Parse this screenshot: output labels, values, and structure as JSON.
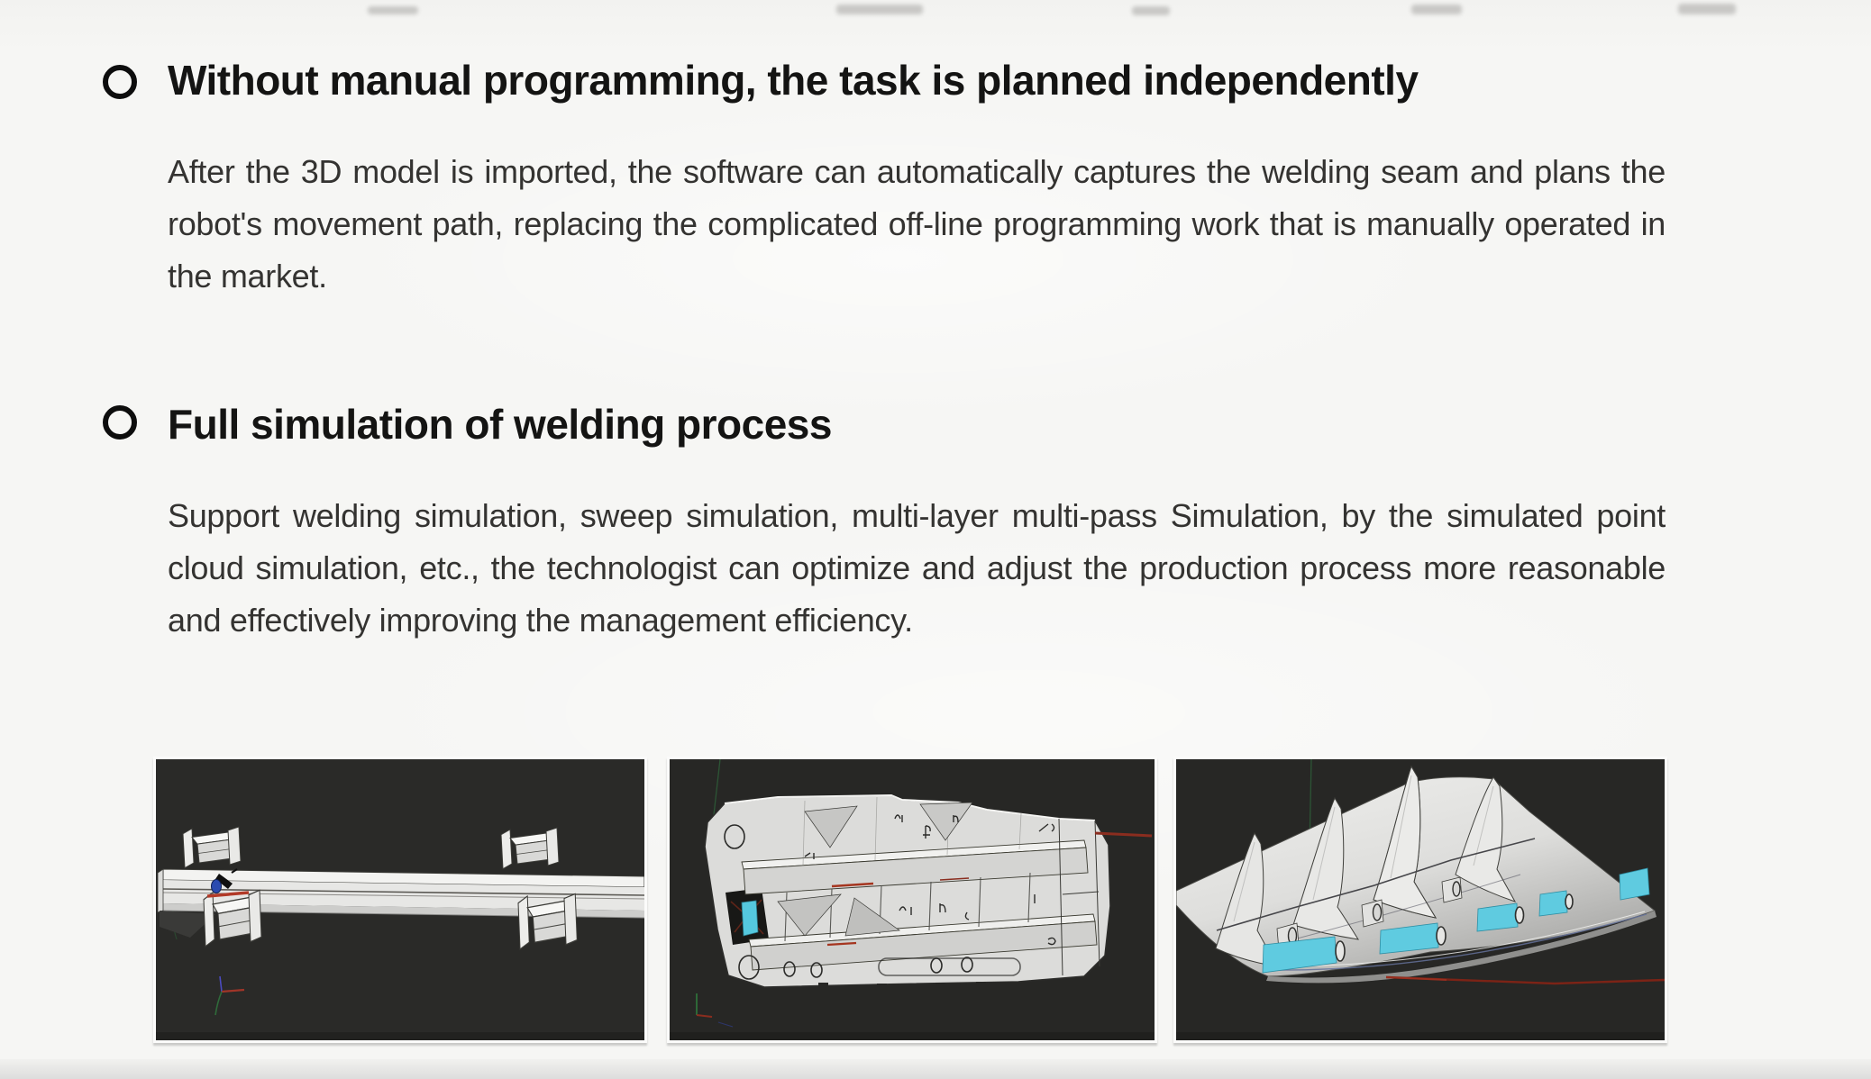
{
  "page": {
    "background_color": "#f6f6f4",
    "heading_color": "#141413",
    "body_text_color": "#343331"
  },
  "sections": [
    {
      "title": "Without manual programming, the task is planned independently",
      "body": "After the 3D model is imported, the software can automatically captures the welding seam and plans the robot's movement path, replacing the complicated off-line programming work that is manually operated in the market."
    },
    {
      "title": "Full simulation of welding process",
      "body": "Support welding simulation, sweep simulation, multi-layer multi-pass Simulation, by the simulated point cloud simulation, etc., the technologist can optimize and adjust the production process more reasonable and effectively improving the management efficiency."
    }
  ],
  "gallery": {
    "images": [
      {
        "name": "beam-stiffener-weld-simulation",
        "description": "3D CAD render of a long steel beam with I-beam stiffeners, weld torch on a red weld seam, on dark viewport background"
      },
      {
        "name": "ship-block-section-model",
        "description": "3D CAD render of a ship hull block section with deck bands, cutouts, highlighted cyan part and red weld seams"
      },
      {
        "name": "curved-hull-panel-model",
        "description": "3D CAD render of a curved hull panel with pointed web frames and cyan highlighted plates along the bottom edge"
      }
    ],
    "colors": {
      "viewport_background": "#272725",
      "model_gray": "#e2e2e0",
      "highlight_cyan": "#5fcbe0",
      "weld_seam_red": "#b23a28",
      "axis_red": "#8a2d1f",
      "axis_green": "#2f6b3a",
      "axis_blue": "#3148c8"
    }
  }
}
